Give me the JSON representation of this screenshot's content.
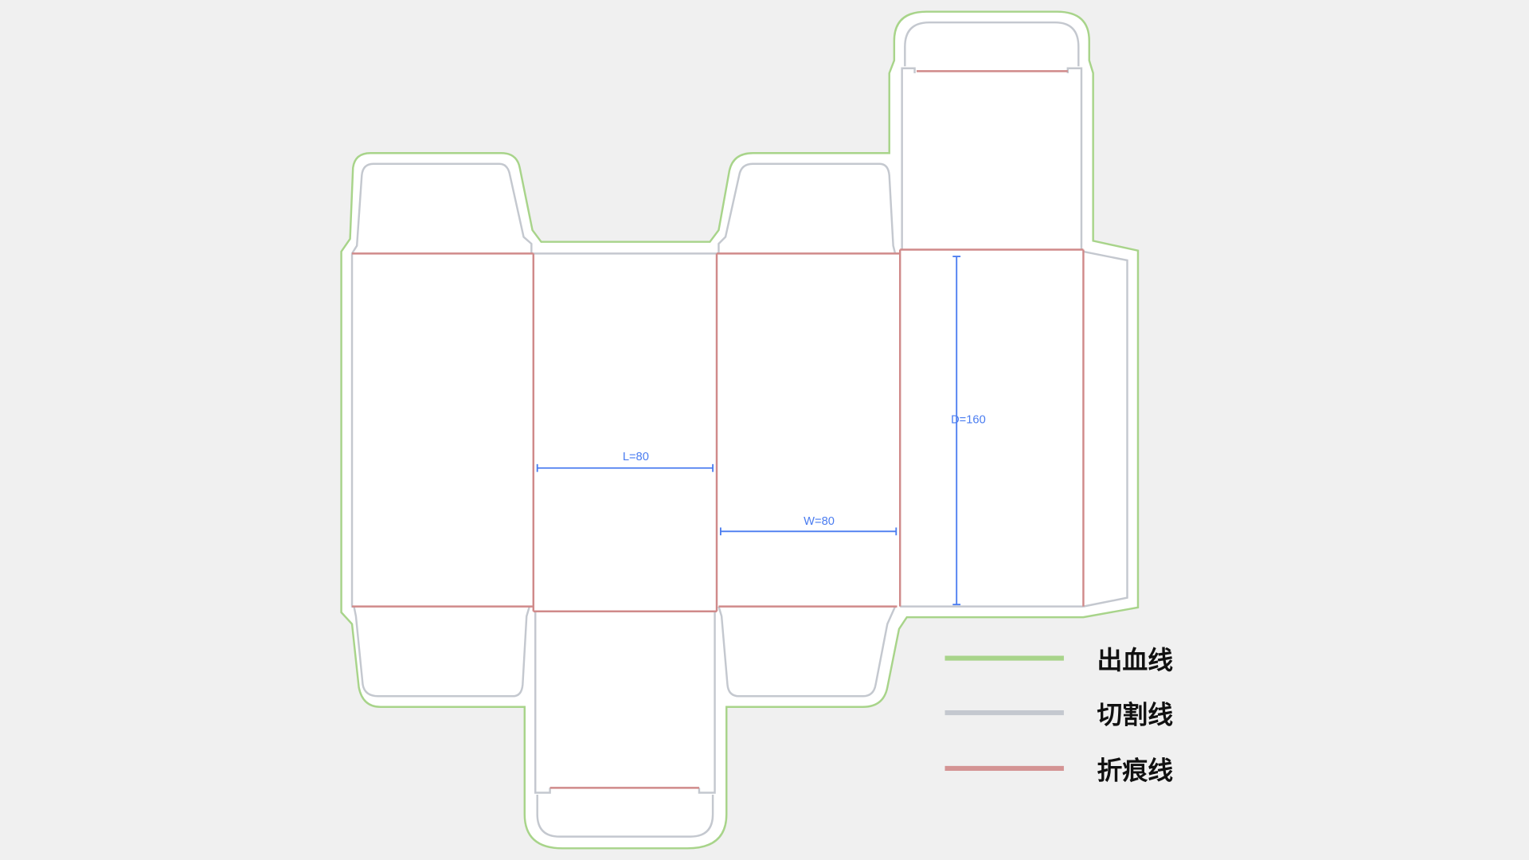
{
  "dimensions": {
    "length_label": "L=80",
    "width_label": "W=80",
    "depth_label": "D=160"
  },
  "legend": {
    "items": [
      {
        "label": "出血线",
        "color": "#a8d48a"
      },
      {
        "label": "切割线",
        "color": "#c4c8cf"
      },
      {
        "label": "折痕线",
        "color": "#d49494"
      }
    ]
  },
  "colors": {
    "background": "#f0f0f0",
    "bleed": "#a8d48a",
    "cut": "#c4c8cf",
    "crease": "#d08a8a",
    "dimension": "#4a7cf0"
  }
}
